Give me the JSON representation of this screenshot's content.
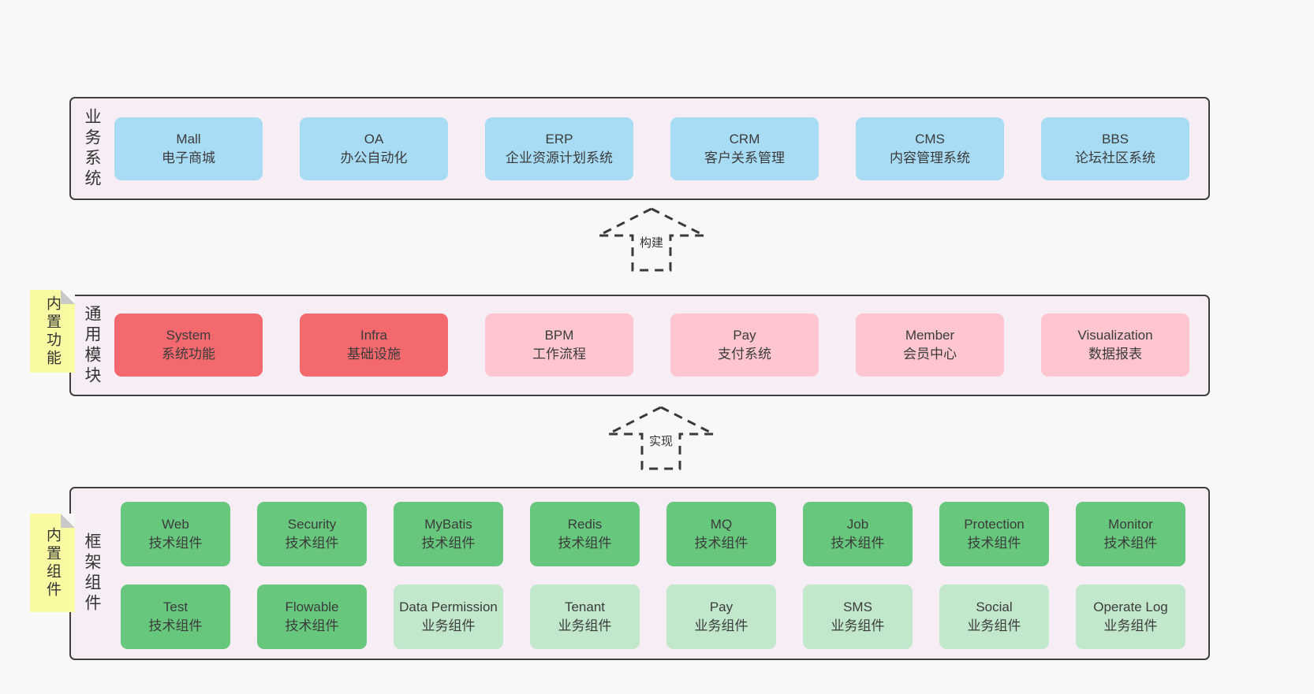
{
  "colors": {
    "page_bg": "#f8f8f8",
    "panel_bg": "#f7edf5",
    "panel_border": "#3f3f3f",
    "box_blue": "#a8dcf5",
    "box_red": "#f4696e",
    "box_pink": "#ffc6d0",
    "box_green_dark": "#67c87d",
    "box_green_light": "#c2e8cc",
    "note_yellow": "#fafaa2",
    "note_fold_gray": "#c9c9c9"
  },
  "arrows": {
    "build": "构建",
    "implement": "实现"
  },
  "sections": {
    "business": {
      "side_label": "业务系统",
      "boxes": [
        {
          "en": "Mall",
          "cn": "电子商城",
          "variant": "blue"
        },
        {
          "en": "OA",
          "cn": "办公自动化",
          "variant": "blue"
        },
        {
          "en": "ERP",
          "cn": "企业资源计划系统",
          "variant": "blue"
        },
        {
          "en": "CRM",
          "cn": "客户关系管理",
          "variant": "blue"
        },
        {
          "en": "CMS",
          "cn": "内容管理系统",
          "variant": "blue"
        },
        {
          "en": "BBS",
          "cn": "论坛社区系统",
          "variant": "blue"
        }
      ]
    },
    "modules": {
      "side_label": "通用模块",
      "note": "内置功能",
      "boxes": [
        {
          "en": "System",
          "cn": "系统功能",
          "variant": "red"
        },
        {
          "en": "Infra",
          "cn": "基础设施",
          "variant": "red"
        },
        {
          "en": "BPM",
          "cn": "工作流程",
          "variant": "pink"
        },
        {
          "en": "Pay",
          "cn": "支付系统",
          "variant": "pink"
        },
        {
          "en": "Member",
          "cn": "会员中心",
          "variant": "pink"
        },
        {
          "en": "Visualization",
          "cn": "数据报表",
          "variant": "pink"
        }
      ]
    },
    "components": {
      "side_label": "框架组件",
      "note": "内置组件",
      "row1": [
        {
          "en": "Web",
          "cn": "技术组件",
          "variant": "green-dark"
        },
        {
          "en": "Security",
          "cn": "技术组件",
          "variant": "green-dark"
        },
        {
          "en": "MyBatis",
          "cn": "技术组件",
          "variant": "green-dark"
        },
        {
          "en": "Redis",
          "cn": "技术组件",
          "variant": "green-dark"
        },
        {
          "en": "MQ",
          "cn": "技术组件",
          "variant": "green-dark"
        },
        {
          "en": "Job",
          "cn": "技术组件",
          "variant": "green-dark"
        },
        {
          "en": "Protection",
          "cn": "技术组件",
          "variant": "green-dark"
        },
        {
          "en": "Monitor",
          "cn": "技术组件",
          "variant": "green-dark"
        }
      ],
      "row2": [
        {
          "en": "Test",
          "cn": "技术组件",
          "variant": "green-dark"
        },
        {
          "en": "Flowable",
          "cn": "技术组件",
          "variant": "green-dark"
        },
        {
          "en": "Data Permission",
          "cn": "业务组件",
          "variant": "green-light"
        },
        {
          "en": "Tenant",
          "cn": "业务组件",
          "variant": "green-light"
        },
        {
          "en": "Pay",
          "cn": "业务组件",
          "variant": "green-light"
        },
        {
          "en": "SMS",
          "cn": "业务组件",
          "variant": "green-light"
        },
        {
          "en": "Social",
          "cn": "业务组件",
          "variant": "green-light"
        },
        {
          "en": "Operate Log",
          "cn": "业务组件",
          "variant": "green-light"
        }
      ]
    }
  }
}
